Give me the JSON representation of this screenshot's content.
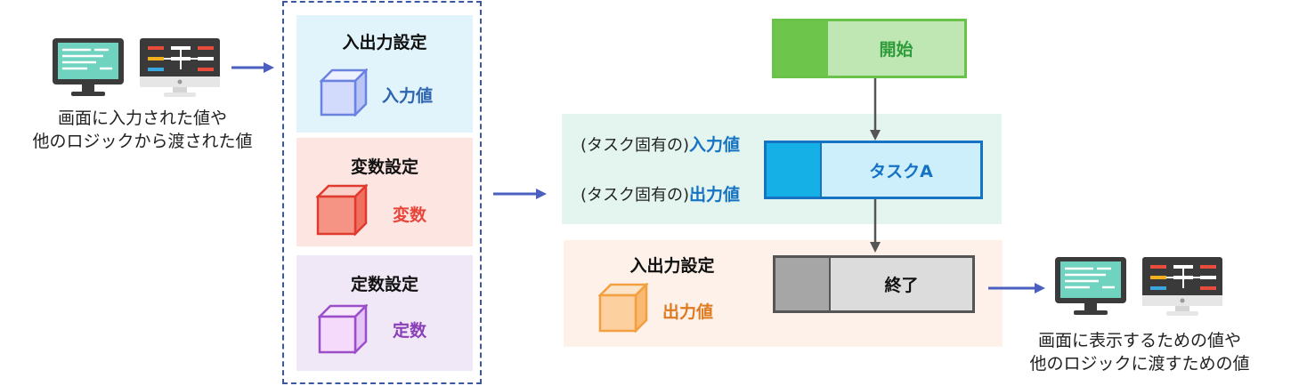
{
  "left_caption": [
    "画面に入力された値や",
    "他のロジックから渡された値"
  ],
  "right_caption": [
    "画面に表示するための値や",
    "他のロジックに渡すための値"
  ],
  "settings": {
    "io": {
      "title": "入出力設定",
      "label": "入力値"
    },
    "var": {
      "title": "変数設定",
      "label": "変数"
    },
    "const": {
      "title": "定数設定",
      "label": "定数"
    }
  },
  "flow": {
    "start": "開始",
    "task_prefix_in": "(タスク固有の)",
    "task_input": "入力値",
    "task_prefix_out": "(タスク固有の)",
    "task_output": "出力値",
    "task": "タスクA",
    "end": "終了",
    "end_io_title": "入出力設定",
    "end_io_label": "出力値"
  },
  "colors": {
    "io_panel": "#e1f3fb",
    "var_panel": "#fde6e2",
    "const_panel": "#f1e8f7",
    "task_panel": "#e3f5ee",
    "end_panel": "#fdf1e9",
    "input_label": "#2e64b0",
    "var_label": "#e8463a",
    "const_label": "#8a3fb8",
    "output_label": "#e07a20",
    "start_text": "#2e9c3a",
    "task_text": "#1673c4",
    "arrow": "#4a5fbf"
  },
  "icons": [
    "monitor-icon",
    "flowchart-monitor-icon",
    "cube-icon"
  ]
}
